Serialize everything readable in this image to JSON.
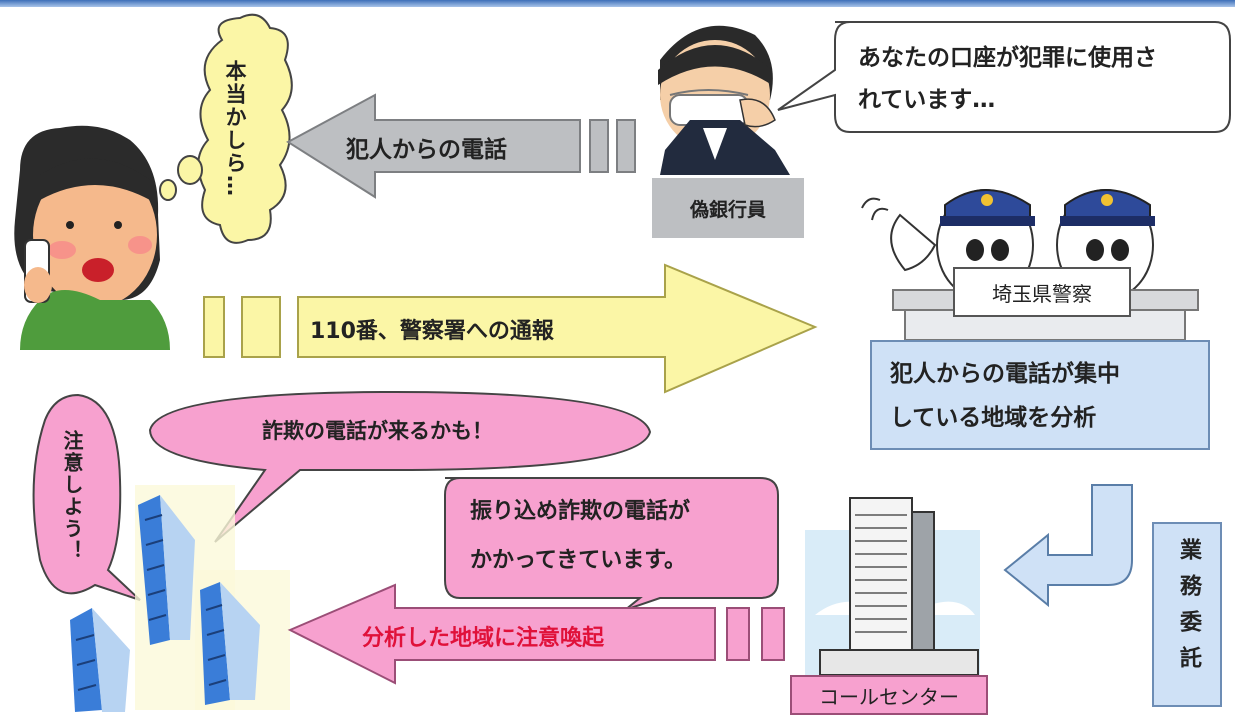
{
  "scam_speech": {
    "line1": "あなたの口座が犯罪に使用さ",
    "line2": "れています…"
  },
  "fake_banker_label": "偽銀行員",
  "doubt_thought": "本当かしら…",
  "arrow_call_from_criminal": "犯人からの電話",
  "arrow_report": "110番、警察署への通報",
  "police_sign": "埼玉県警察",
  "analysis_box": {
    "line1": "犯人からの電話が集中",
    "line2": "している地域を分析"
  },
  "warning_speech": "詐欺の電話が来るかも！",
  "caution_speech": "注意しよう！",
  "callcenter_speech": {
    "line1": "振り込め詐欺の電話が",
    "line2": "かかってきています。"
  },
  "arrow_alert": "分析した地域に注意喚起",
  "outsourcing_label": "業務委託",
  "call_center_label": "コールセンター",
  "colors": {
    "gray_arrow": "#bdbfc2",
    "yellow_arrow": "#fbf6a6",
    "pink": "#f7a1cf",
    "light_blue_box": "#cfe1f6",
    "alert_text": "#e0113a"
  }
}
